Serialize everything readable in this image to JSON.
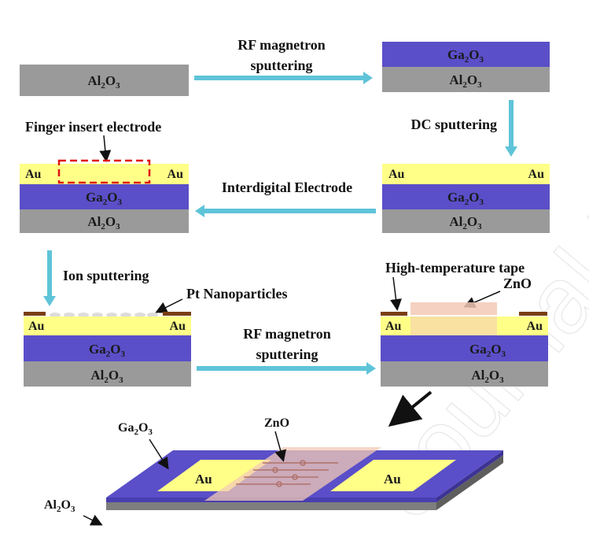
{
  "colors": {
    "sapphire": "#9a9a9a",
    "ga2o3": "#5a4fc8",
    "au": "#ffff88",
    "arrow": "#5fc4d8",
    "zno": "#f3c9b6",
    "tape": "#7a3e12",
    "dashed_box": "#e01010"
  },
  "layers": {
    "al2o3": {
      "base": "Al",
      "sub1": "2",
      "mid": "O",
      "sub2": "3"
    },
    "ga2o3": {
      "base": "Ga",
      "sub1": "2",
      "mid": "O",
      "sub2": "3"
    },
    "au": "Au",
    "zno": "ZnO"
  },
  "steps": {
    "step1": "RF magnetron",
    "step1b": "sputtering",
    "step2": "DC sputtering",
    "step3": "Interdigital Electrode",
    "step4": "Ion sputtering",
    "step5": "RF magnetron",
    "step5b": "sputtering"
  },
  "annotations": {
    "finger": "Finger insert electrode",
    "pt": "Pt Nanoparticles",
    "tape": "High-temperature tape",
    "zno": "ZnO"
  },
  "watermark": "Journal Pre-proof"
}
